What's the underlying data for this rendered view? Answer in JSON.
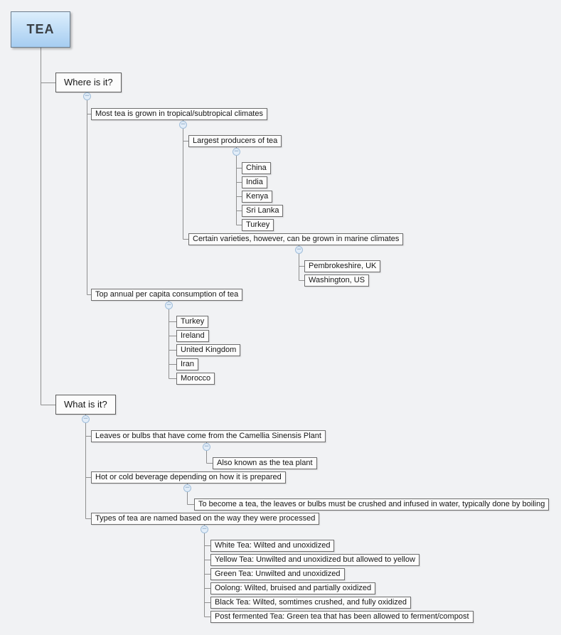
{
  "colors": {
    "background": "#f1f2f4",
    "connector": "#8f8f8f",
    "node_fill": "#fcfcfc",
    "node_border": "#6f6f6f",
    "root_gradient_top": "#dceefc",
    "root_gradient_bottom": "#a6cdf1",
    "toggle_fill": "#e2edf8",
    "toggle_border": "#a0bedb"
  },
  "icons": {
    "collapse_minus": "−"
  },
  "tree": {
    "label": "TEA",
    "children": [
      {
        "label": "Where is it?",
        "children": [
          {
            "label": "Most tea is grown in tropical/subtropical climates",
            "children": [
              {
                "label": "Largest producers of tea",
                "children": [
                  {
                    "label": "China"
                  },
                  {
                    "label": "India"
                  },
                  {
                    "label": "Kenya"
                  },
                  {
                    "label": "Sri Lanka"
                  },
                  {
                    "label": "Turkey"
                  }
                ]
              },
              {
                "label": "Certain varieties, however, can be grown in marine climates",
                "children": [
                  {
                    "label": "Pembrokeshire, UK"
                  },
                  {
                    "label": "Washington, US"
                  }
                ]
              }
            ]
          },
          {
            "label": "Top annual per capita consumption of tea",
            "children": [
              {
                "label": "Turkey"
              },
              {
                "label": "Ireland"
              },
              {
                "label": "United Kingdom"
              },
              {
                "label": "Iran"
              },
              {
                "label": "Morocco"
              }
            ]
          }
        ]
      },
      {
        "label": "What is it?",
        "children": [
          {
            "label": "Leaves or bulbs that have come from the Camellia Sinensis Plant",
            "children": [
              {
                "label": "Also known as the tea plant"
              }
            ]
          },
          {
            "label": "Hot or cold beverage depending on how it is prepared",
            "children": [
              {
                "label": "To become a tea, the leaves or bulbs must be crushed and infused in water, typically done by boiling"
              }
            ]
          },
          {
            "label": "Types of tea are named based on the way they were processed",
            "children": [
              {
                "label": "White Tea: Wilted and unoxidized"
              },
              {
                "label": "Yellow Tea: Unwilted and unoxidized but allowed to yellow"
              },
              {
                "label": "Green Tea: Unwilted and unoxidized"
              },
              {
                "label": "Oolong: Wilted, bruised and partially oxidized"
              },
              {
                "label": "Black Tea: Wilted, somtimes crushed, and fully oxidized"
              },
              {
                "label": "Post fermented Tea: Green tea that has been allowed to ferment/compost"
              }
            ]
          }
        ]
      }
    ]
  }
}
